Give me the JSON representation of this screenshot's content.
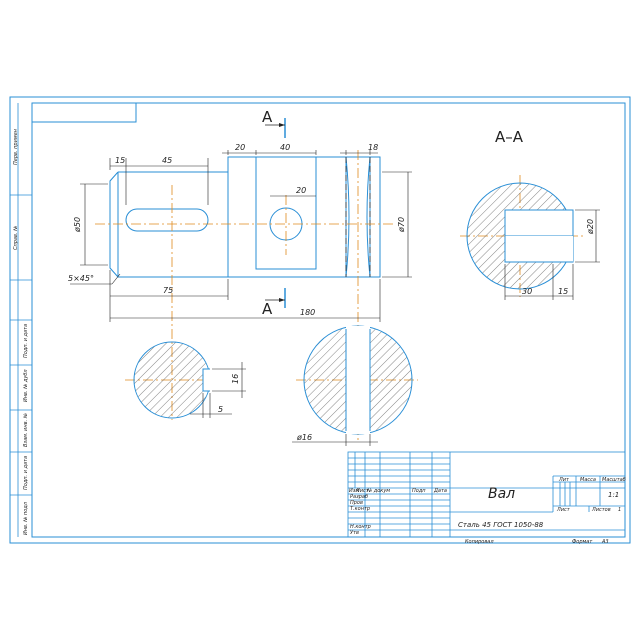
{
  "section": {
    "label": "А–А",
    "mark": "А"
  },
  "dims": {
    "d15": "15",
    "d45": "45",
    "d20a": "20",
    "d40": "40",
    "d18": "18",
    "d20b": "20",
    "phi50": "ø50",
    "phi70": "ø70",
    "chamfer": "5×45°",
    "d75": "75",
    "d180": "180",
    "d30": "30",
    "d15b": "15",
    "phi20": "ø20",
    "d16": "16",
    "d5": "5",
    "phi16": "ø16"
  },
  "titleblock": {
    "name": "Вал",
    "material": "Сталь 45 ГОСТ 1050-88",
    "mass_scale": "1:1",
    "headers": {
      "lit": "Лит",
      "mass": "Масса",
      "scale": "Масштаб"
    },
    "sheet": "Лист",
    "sheets": "Листов",
    "sheets_val": "1",
    "left_labels": [
      "Изм",
      "Лист",
      "№ докум",
      "Подп",
      "Дата"
    ],
    "rows": [
      "Разраб",
      "Пров",
      "Т.контр",
      "",
      "Н.контр",
      "Утв"
    ],
    "copied": "Копировал",
    "format": "Формат",
    "format_val": "А3"
  },
  "side_labels": [
    "Перв. примен",
    "Справ. №",
    "Подп. и дата",
    "Инв. № дубл",
    "Взам. инв. №",
    "Подп. и дата",
    "Инв. № подл"
  ]
}
